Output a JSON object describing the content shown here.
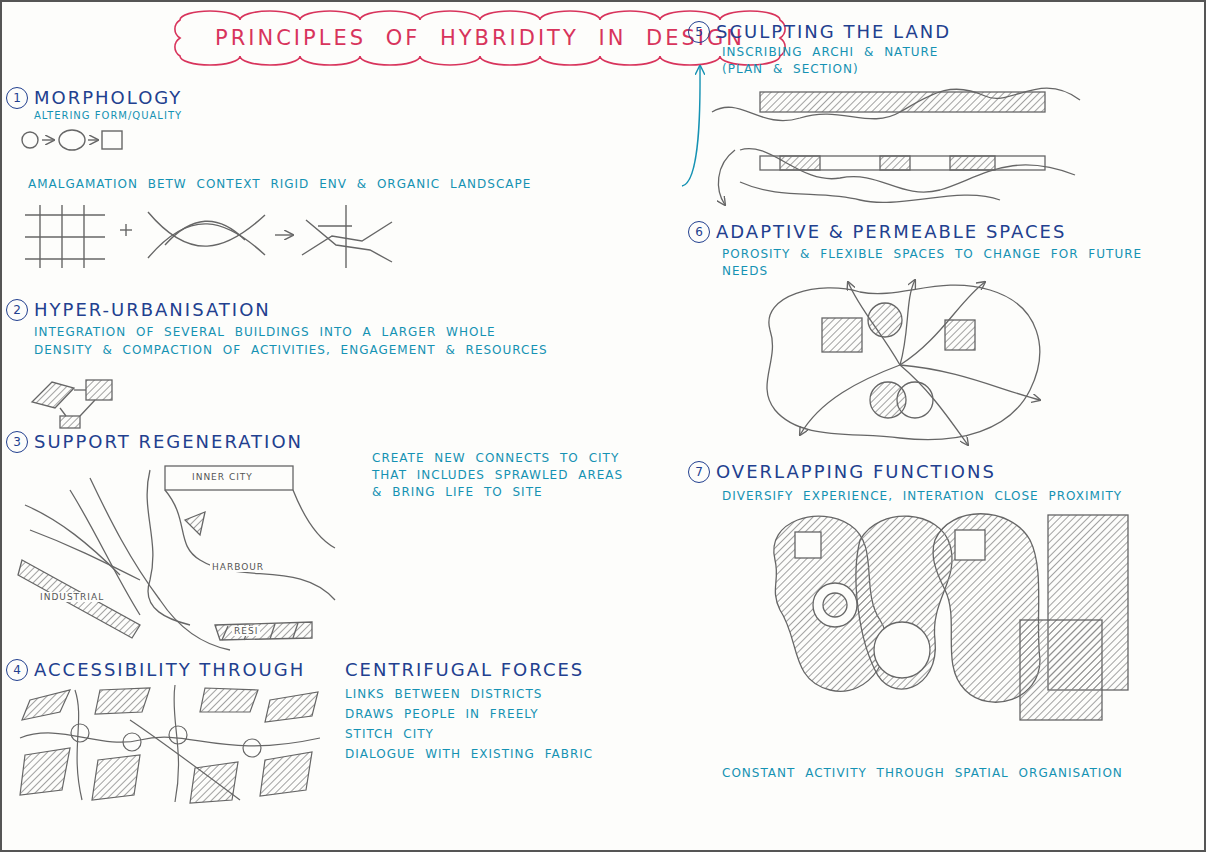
{
  "diagram": {
    "title": "PRINCIPLES OF HYBRIDITY IN DESIGN",
    "labels": [
      "1",
      "MORPHOLOGY",
      "ALTERING FORM/QUALITY",
      "AMALGAMATION BETW CONTEXT RIGID ENV & ORGANIC LANDSCAPE",
      "2",
      "HYPER-URBANISATION",
      "INTEGRATION OF SEVERAL BUILDINGS INTO A LARGER WHOLE",
      "DENSITY & COMPACTION OF ACTIVITIES, ENGAGEMENT & RESOURCES",
      "3",
      "SUPPORT REGENERATION",
      "CREATE NEW CONNECTS TO CITY THAT INCLUDES SPRAWLED AREAS & BRING LIFE TO SITE",
      "INNER CITY",
      "HARBOUR",
      "INDUSTRIAL",
      "RESI",
      "4",
      "ACCESSIBILITY THROUGH",
      "CENTRIFUGAL FORCES",
      "LINKS BETWEEN DISTRICTS",
      "DRAWS PEOPLE IN FREELY",
      "STITCH CITY",
      "DIALOGUE WITH EXISTING FABRIC",
      "5",
      "SCULPTING THE LAND",
      "INSCRIBING ARCHI & NATURE (PLAN & SECTION)",
      "6",
      "ADAPTIVE & PERMEABLE SPACES",
      "POROSITY & FLEXIBLE SPACES TO CHANGE FOR FUTURE NEEDS",
      "7",
      "OVERLAPPING FUNCTIONS",
      "DIVERSIFY EXPERIENCE, INTERATION CLOSE PROXIMITY",
      "CONSTANT ACTIVITY THROUGH SPATIAL ORGANISATION"
    ]
  }
}
